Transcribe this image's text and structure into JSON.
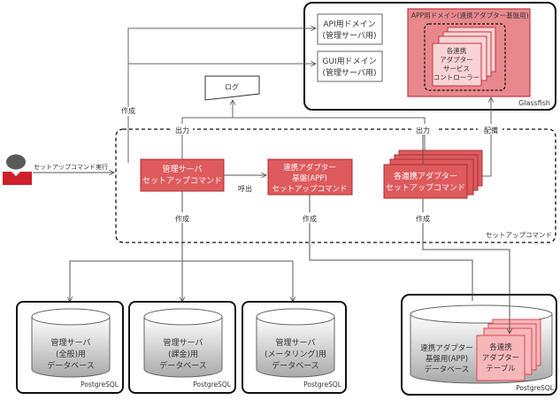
{
  "actor": {
    "icon": "user-icon",
    "action_label": "セットアップコマンド実行"
  },
  "glassfish": {
    "label": "Glassfish",
    "api_domain": [
      "API用ドメイン",
      "(管理サーバ用)"
    ],
    "gui_domain": [
      "GUI用ドメイン",
      "(管理サーバ用)"
    ],
    "app_domain": {
      "title": "APP用ドメイン(連携アダプター基盤用)",
      "controller": [
        "各連携",
        "アダプター",
        "サービス",
        "コントローラー"
      ]
    }
  },
  "log": {
    "label": "ログ"
  },
  "setup": {
    "region_label": "セットアップコマンド",
    "admin_cmd": [
      "管理サーバ",
      "セットアップコマンド"
    ],
    "base_cmd": [
      "連携アダプター",
      "基盤(APP)",
      "セットアップコマンド"
    ],
    "adapter_cmd": [
      "各連携アダプター",
      "セットアップコマンド"
    ]
  },
  "edge_labels": {
    "create_top": "作成",
    "output_left": "出力",
    "output_right": "出力",
    "deploy": "配備",
    "call": "呼出",
    "create_admin": "作成",
    "create_base": "作成",
    "create_adapter": "作成"
  },
  "databases": [
    {
      "name": [
        "管理サーバ",
        "(全般)用",
        "データベース"
      ],
      "engine": "PostgreSQL"
    },
    {
      "name": [
        "管理サーバ",
        "(課金)用",
        "データベース"
      ],
      "engine": "PostgreSQL"
    },
    {
      "name": [
        "管理サーバ",
        "(メータリング)用",
        "データベース"
      ],
      "engine": "PostgreSQL"
    },
    {
      "name": [
        "連携アダプター",
        "基盤用(APP)",
        "データベース"
      ],
      "engine": "PostgreSQL",
      "tables": [
        "各連携",
        "アダプター",
        "テーブル"
      ]
    }
  ],
  "colors": {
    "command_red": "#de5a5d",
    "app_domain_red": "#e8888c",
    "controller_pink": "#f9d3d5",
    "table_pink": "#f6b7ba",
    "actor_red": "#d01f2c",
    "actor_gray": "#5a5a56"
  }
}
